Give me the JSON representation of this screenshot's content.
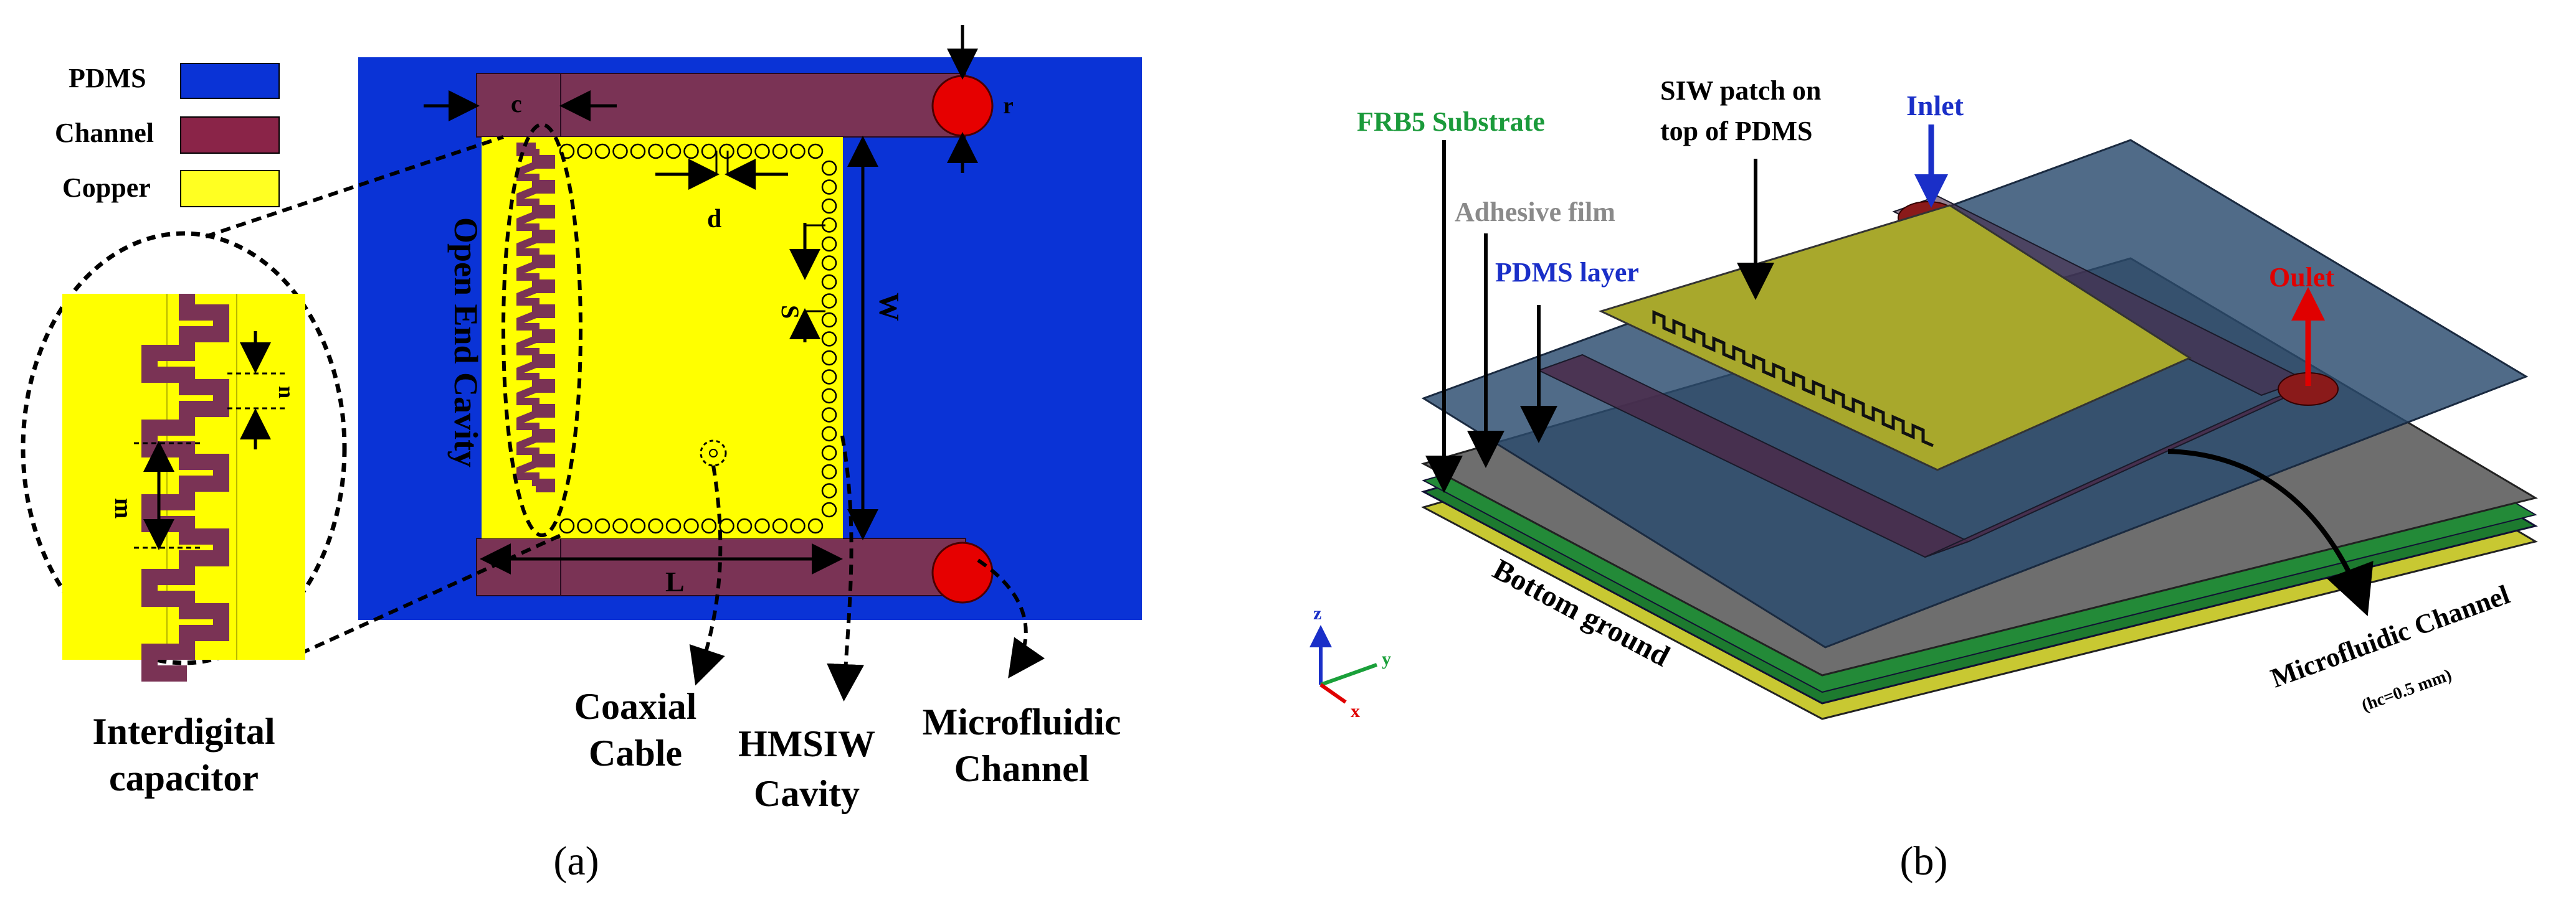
{
  "colors": {
    "pdms": "#0a33d6",
    "channel": "#7a3355",
    "copper": "#ffff00",
    "port": "#e60000",
    "substrate_label": "#1a9a3a",
    "film_label": "#8a8a8a",
    "pdms_label": "#1a2fc8",
    "inlet_label": "#1a2fc8",
    "outlet_label": "#e00000"
  },
  "panel_a": {
    "legend": [
      {
        "label": "PDMS",
        "color": "#0a33d6"
      },
      {
        "label": "Channel",
        "color": "#8a2448"
      },
      {
        "label": "Copper",
        "color": "#ffff22"
      }
    ],
    "dims": {
      "c": "c",
      "r": "r",
      "d": "d",
      "s": "S",
      "w": "W",
      "l": "L",
      "n": "n",
      "m": "m"
    },
    "cavity_label": "Open End Cavity",
    "callouts": {
      "interdigital": [
        "Interdigital",
        "capacitor"
      ],
      "coaxial": [
        "Coaxial",
        "Cable"
      ],
      "hmsiw": [
        "HMSIW",
        "Cavity"
      ],
      "microfluidic": [
        "Microfluidic",
        "Channel"
      ]
    },
    "caption": "(a)"
  },
  "panel_b": {
    "labels": {
      "substrate": "FRB5 Substrate",
      "patch_1": "SIW patch on",
      "patch_2": "top of PDMS",
      "inlet": "Inlet",
      "adhesive": "Adhesive film",
      "pdms": "PDMS layer",
      "outlet": "Oulet",
      "ground": "Bottom ground",
      "channel": "Microfluidic Channel",
      "channel_h": "(hc=0.5 mm)"
    },
    "axes": {
      "z": "z",
      "y": "y",
      "x": "x"
    },
    "caption": "(b)"
  }
}
